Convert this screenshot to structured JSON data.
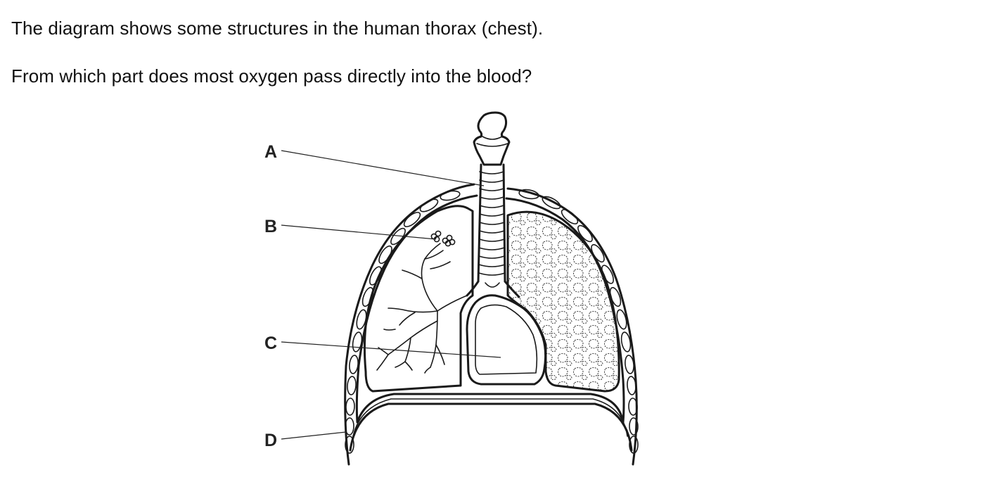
{
  "question": {
    "intro": "The diagram shows some structures in the human thorax (chest).",
    "prompt": "From which part does most oxygen pass directly into the blood?"
  },
  "labels": {
    "a": "A",
    "b": "B",
    "c": "C",
    "d": "D"
  }
}
